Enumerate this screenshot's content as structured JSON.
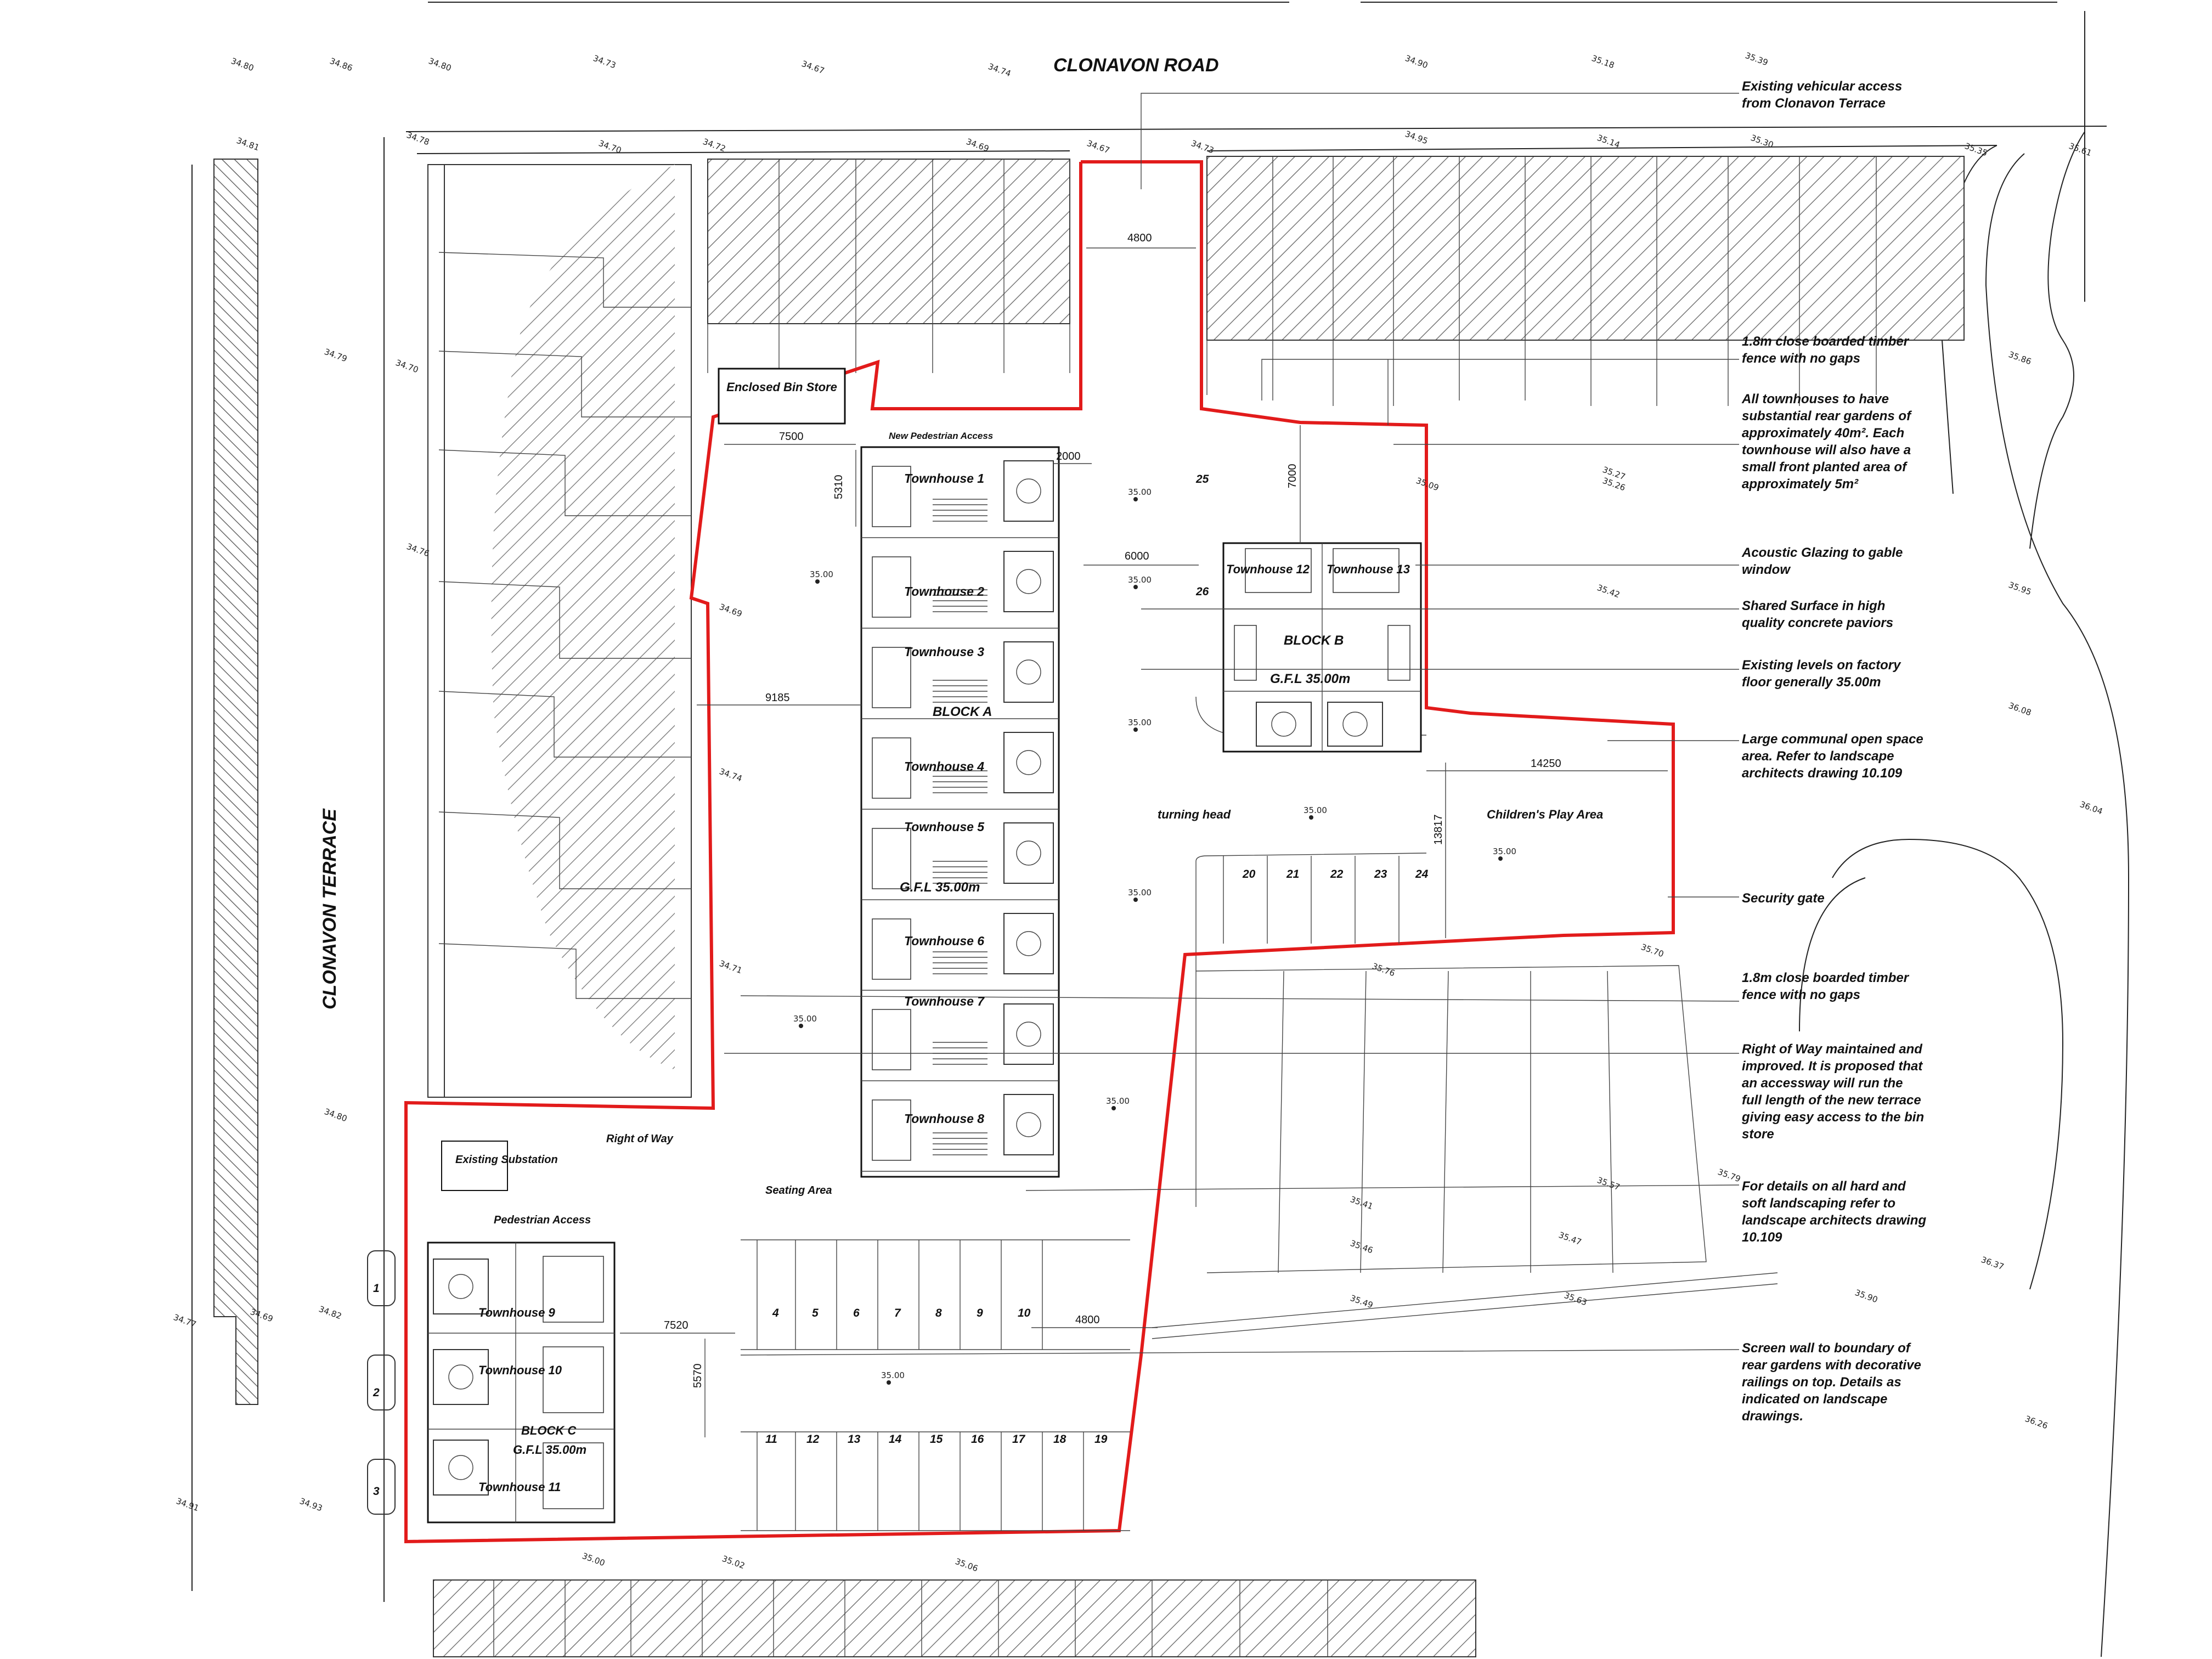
{
  "roads": {
    "clonavon_road": "CLONAVON ROAD",
    "clonavon_terrace": "CLONAVON TERRACE"
  },
  "areas": {
    "enclosed_bin_store": "Enclosed Bin Store",
    "new_pedestrian_access": "New Pedestrian Access",
    "block_a": "BLOCK A",
    "block_b": "BLOCK B",
    "block_c": "BLOCK C",
    "gfl_a": "G.F.L 35.00m",
    "gfl_b": "G.F.L 35.00m",
    "gfl_c": "G.F.L 35.00m",
    "turning_head": "turning head",
    "childrens_play_area": "Children's Play Area",
    "existing_substation": "Existing Substation",
    "right_of_way": "Right of Way",
    "seating_area": "Seating Area",
    "pedestrian_access": "Pedestrian Access"
  },
  "townhouses": {
    "block_a": [
      "Townhouse 1",
      "Townhouse 2",
      "Townhouse 3",
      "Townhouse 4",
      "Townhouse 5",
      "Townhouse 6",
      "Townhouse 7",
      "Townhouse 8"
    ],
    "block_b": [
      "Townhouse 12",
      "Townhouse 13"
    ],
    "block_c": [
      "Townhouse 9",
      "Townhouse 10",
      "Townhouse 11"
    ]
  },
  "dimensions": {
    "d4800_top": "4800",
    "d7500": "7500",
    "d2000": "2000",
    "d5310": "5310",
    "d7000": "7000",
    "d6000": "6000",
    "d9185": "9185",
    "d14250": "14250",
    "d13817": "13817",
    "d7520": "7520",
    "d5570": "5570",
    "d4800_bottom": "4800"
  },
  "parking": {
    "row_top": [
      "4",
      "5",
      "6",
      "7",
      "8",
      "9",
      "10"
    ],
    "row_bottom": [
      "11",
      "12",
      "13",
      "14",
      "15",
      "16",
      "17",
      "18",
      "19"
    ],
    "row_mid": [
      "20",
      "21",
      "22",
      "23",
      "24"
    ],
    "row_east": [
      "25",
      "26"
    ],
    "west_bays": [
      "1",
      "2",
      "3"
    ]
  },
  "notes": {
    "n1": [
      "Existing vehicular access",
      "from Clonavon Terrace"
    ],
    "n2": [
      "1.8m close boarded timber",
      "fence with no gaps"
    ],
    "n3": [
      "All townhouses to have",
      "substantial rear gardens of",
      "approximately 40m². Each",
      "townhouse will also have a",
      "small front planted area of",
      "approximately 5m²"
    ],
    "n4": [
      "Acoustic Glazing to gable",
      "window"
    ],
    "n5": [
      "Shared Surface in high",
      "quality concrete paviors"
    ],
    "n6": [
      "Existing levels on factory",
      "floor generally 35.00m"
    ],
    "n7": [
      "Large communal open space",
      "area. Refer to landscape",
      "architects drawing 10.109"
    ],
    "n8": [
      "Security gate"
    ],
    "n9": [
      "1.8m close boarded timber",
      "fence with no gaps"
    ],
    "n10": [
      "Right of Way maintained and",
      "improved. It is proposed that",
      "an accessway will run the",
      "full length of the new terrace",
      "giving easy access to the bin",
      "store"
    ],
    "n11": [
      "For details on all hard and",
      "soft landscaping refer to",
      "landscape architects drawing",
      "10.109"
    ],
    "n12": [
      "Screen wall to boundary of",
      "rear gardens with decorative",
      "railings on top. Details as",
      "indicated on landscape",
      "drawings."
    ]
  },
  "levels": [
    "34.80",
    "34.86",
    "34.80",
    "34.73",
    "34.67",
    "34.74",
    "34.90",
    "35.18",
    "35.39",
    "34.81",
    "34.78",
    "34.70",
    "34.72",
    "34.69",
    "34.67",
    "34.73",
    "34.95",
    "35.14",
    "35.30",
    "35.35",
    "35.61",
    "34.79",
    "34.70",
    "34.69",
    "34.74",
    "34.71",
    "34.76",
    "34.80",
    "34.77",
    "34.69",
    "34.82",
    "34.91",
    "34.93",
    "35.00",
    "35.02",
    "35.06",
    "35.27",
    "35.26",
    "35.09",
    "35.42",
    "35.57",
    "35.41",
    "35.46",
    "35.47",
    "35.49",
    "35.63",
    "35.90",
    "35.86",
    "35.95",
    "36.08",
    "36.04",
    "35.76",
    "35.70",
    "35.79",
    "36.37",
    "36.26"
  ],
  "floor_levels": [
    "35.00",
    "35.00",
    "35.00",
    "35.00",
    "35.00",
    "35.00",
    "35.00",
    "35.00",
    "35.00",
    "35.00"
  ]
}
